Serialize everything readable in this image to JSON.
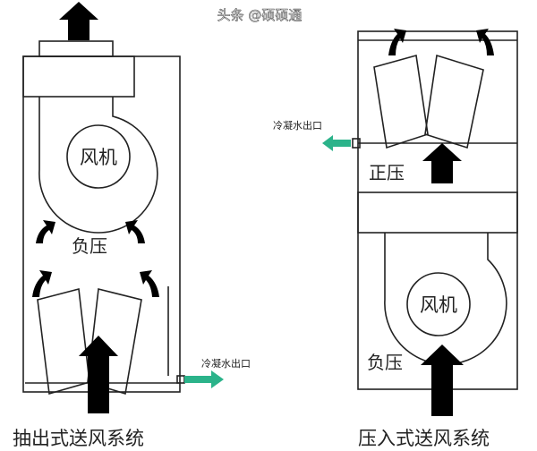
{
  "left_unit": {
    "fan_label": "风机",
    "pressure_label": "负压",
    "condensate_label": "冷凝水出口",
    "caption": "抽出式送风系统"
  },
  "right_unit": {
    "fan_label": "风机",
    "positive_pressure_label": "正压",
    "negative_pressure_label": "负压",
    "condensate_label": "冷凝水出口",
    "caption": "压入式送风系统"
  },
  "watermark": "头条 @硕硕通",
  "colors": {
    "arrow": "#000000",
    "water_arrow": "#2bb38a",
    "line": "#222222"
  }
}
